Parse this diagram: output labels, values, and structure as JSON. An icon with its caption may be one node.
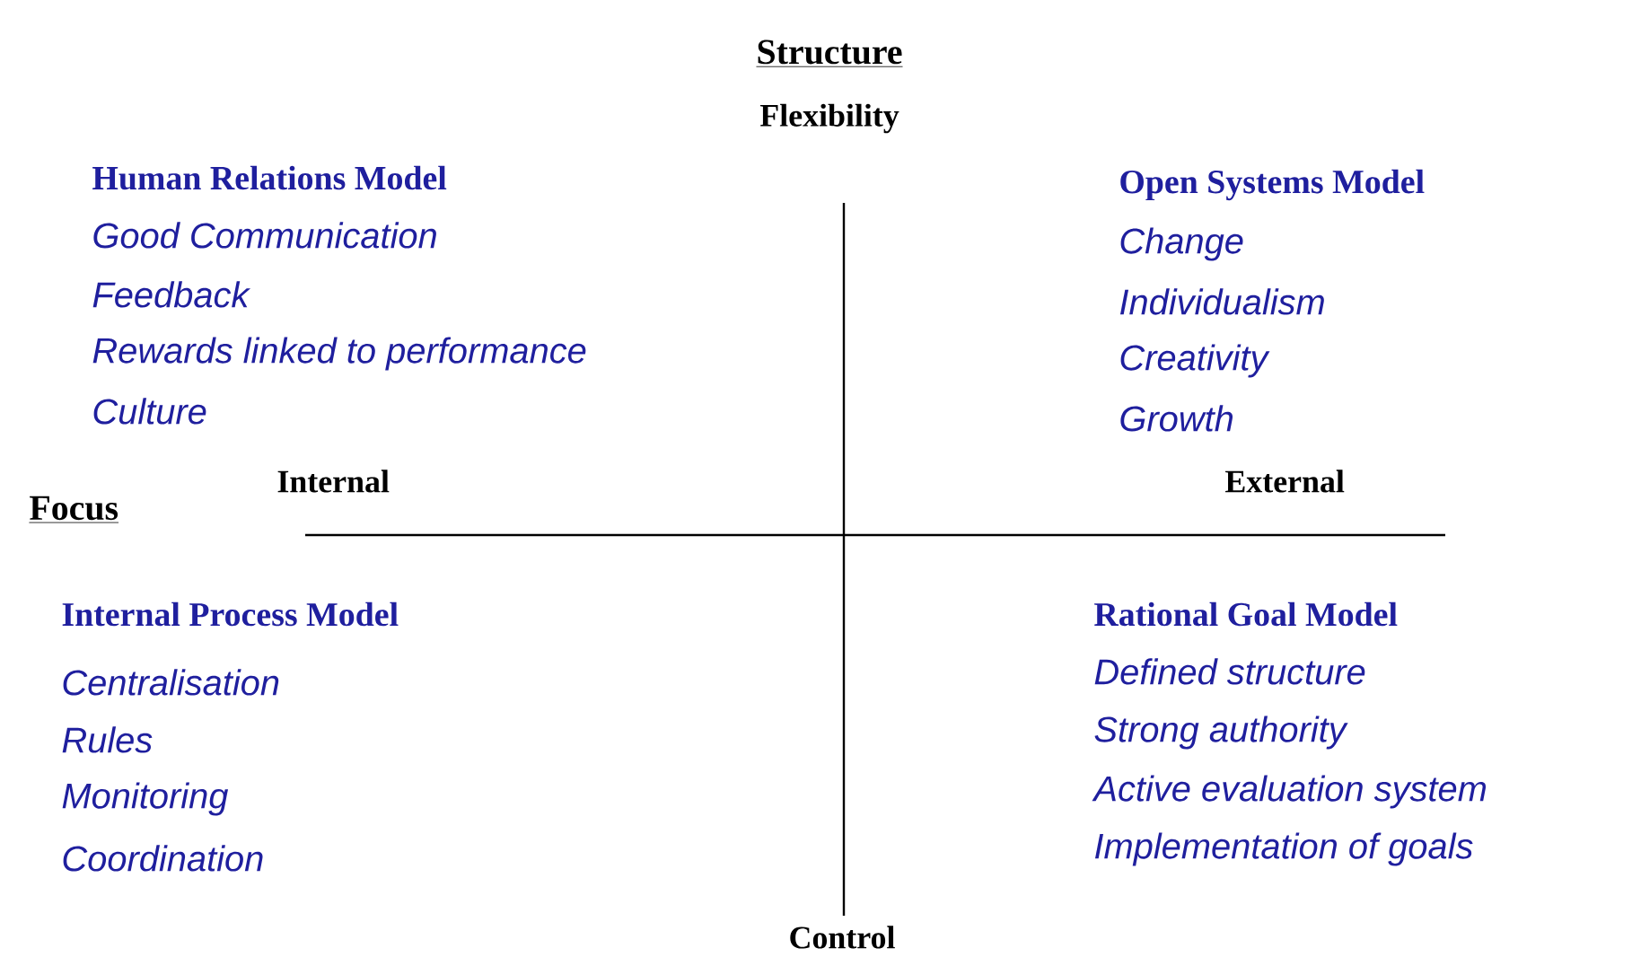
{
  "diagram": {
    "labels": [
      "Structure",
      "Flexibility",
      "Human Relations Model",
      "Good Communication",
      "Feedback",
      "Rewards linked to performance",
      "Culture",
      "Open Systems Model",
      "Change",
      "Individualism",
      "Creativity",
      "Growth",
      "Focus",
      "Internal",
      "External",
      "Internal Process Model",
      "Centralisation",
      "Rules",
      "Monitoring",
      "Coordination",
      "Rational Goal Model",
      "Defined structure",
      "Strong authority",
      "Active evaluation system",
      "Implementation of goals",
      "Control"
    ]
  }
}
